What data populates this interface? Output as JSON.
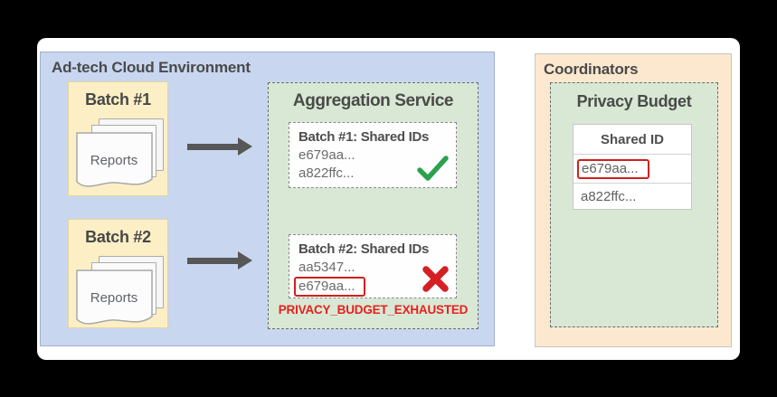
{
  "adtech": {
    "title": "Ad-tech Cloud Environment",
    "batches": [
      {
        "title": "Batch #1",
        "doc_label": "Reports"
      },
      {
        "title": "Batch #2",
        "doc_label": "Reports"
      }
    ],
    "aggregation": {
      "title": "Aggregation Service",
      "results": [
        {
          "title": "Batch #1: Shared IDs",
          "ids": [
            "e679aa...",
            "a822ffc..."
          ],
          "status": "success",
          "status_icon": "check-icon"
        },
        {
          "title": "Batch #2: Shared IDs",
          "ids": [
            "aa5347...",
            "e679aa..."
          ],
          "status": "rejected",
          "status_icon": "x-icon",
          "highlighted_id": "e679aa..."
        }
      ],
      "error_label": "PRIVACY_BUDGET_EXHAUSTED"
    }
  },
  "coordinators": {
    "title": "Coordinators",
    "privacy_budget": {
      "title": "Privacy Budget",
      "table": {
        "header": "Shared ID",
        "rows": [
          {
            "value": "e679aa...",
            "highlighted": true
          },
          {
            "value": "a822ffc...",
            "highlighted": false
          }
        ]
      }
    }
  },
  "colors": {
    "env_fill": "#c8d6f0",
    "batch_fill": "#fcefc5",
    "service_fill": "#d8e8d4",
    "coordinators_fill": "#fce8cf",
    "success_green": "#2ca14e",
    "error_red": "#d41f24",
    "highlight_border_red": "#cf201d",
    "arrow_gray": "#575757"
  }
}
